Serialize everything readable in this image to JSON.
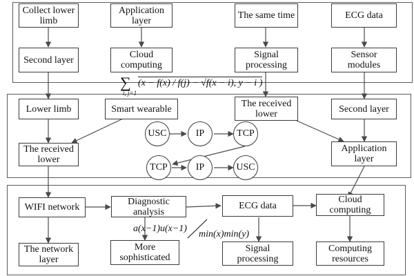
{
  "layers": {
    "top": {
      "boxes": {
        "collect_lower_limb": "Collect lower limb",
        "application_layer": "Application layer",
        "same_time": "The same time",
        "ecg_data": "ECG data",
        "second_layer": "Second layer",
        "cloud_computing": "Cloud computing",
        "signal_processing": "Signal processing",
        "sensor_modules": "Sensor modules"
      }
    },
    "middle": {
      "boxes": {
        "lower_limb": "Lower limb",
        "smart_wearable": "Smart wearable",
        "received_lower_right": "The received lower",
        "second_layer": "Second layer",
        "received_lower_left": "The received lower",
        "application_layer": "Application layer"
      },
      "circles": {
        "usc_top": "USC",
        "ip_top": "IP",
        "tcp_top": "TCP",
        "tcp_bottom": "TCP",
        "ip_bottom": "IP",
        "usc_bottom": "USC"
      }
    },
    "bottom": {
      "boxes": {
        "wifi_network": "WIFI network",
        "diagnostic_analysis": "Diagnostic analysis",
        "ecg_data": "ECG data",
        "cloud_computing": "Cloud computing",
        "network_layer": "The network layer",
        "more_sophisticated": "More sophisticated",
        "signal_processing": "Signal processing",
        "computing_resources": "Computing resources"
      }
    }
  },
  "formulas": {
    "sum_symbol": "∑",
    "sum_index": "i, j=1",
    "sum_expression": "(x − f(x) / f(j) − √f(x − i), y − i )",
    "product": "a(x−1)u(x−1)",
    "min": "min(x)min(y)"
  }
}
